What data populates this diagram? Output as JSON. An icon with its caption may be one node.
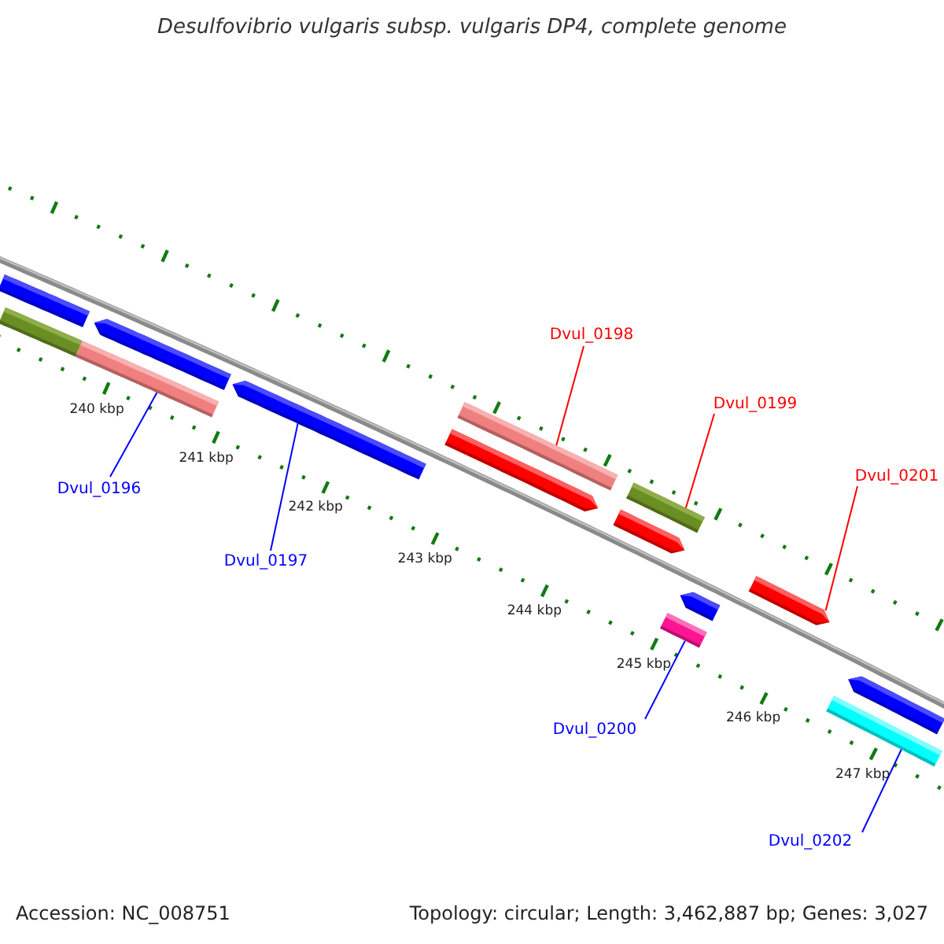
{
  "diagram": {
    "title": "Desulfovibrio vulgaris subsp. vulgaris DP4, complete genome",
    "nodes": [
      {
        "text": [],
        "shape": "bar"
      },
      {
        "text": [],
        "shape": "bar"
      },
      {
        "text": [],
        "shape": "bar"
      },
      {
        "text": [],
        "shape": "bar"
      },
      {
        "text": [],
        "shape": "bar"
      },
      {
        "text": [],
        "shape": "bar"
      },
      {
        "text": [],
        "shape": "bar"
      },
      {
        "text": [],
        "shape": "bar"
      },
      {
        "text": [],
        "shape": "bar"
      },
      {
        "text": [],
        "shape": "bar"
      },
      {
        "text": [],
        "shape": "bar"
      },
      {
        "text": [],
        "shape": "bar"
      },
      {
        "text": [],
        "shape": "bar"
      },
      {
        "text": [],
        "shape": "bar"
      },
      {
        "text": [
          "Dvul_0196"
        ]
      },
      {
        "text": [
          "Dvul_0197"
        ]
      },
      {
        "text": [
          "Dvul_0198"
        ]
      },
      {
        "text": [
          "Dvul_0199"
        ]
      },
      {
        "text": [
          "Dvul_0200"
        ]
      },
      {
        "text": [
          "Dvul_0201"
        ]
      },
      {
        "text": [
          "Dvul_0202"
        ]
      }
    ],
    "edges": [
      {
        "from": 14,
        "to": 3,
        "arrow": "none"
      },
      {
        "from": 15,
        "to": 4,
        "arrow": "none"
      },
      {
        "from": 16,
        "to": 6,
        "arrow": "none",
        "color": "#ff0000"
      },
      {
        "from": 17,
        "to": 8,
        "arrow": "none",
        "color": "#ff0000"
      },
      {
        "from": 18,
        "to": 10,
        "arrow": "none"
      },
      {
        "from": 19,
        "to": 11,
        "arrow": "none",
        "color": "#ff0000"
      },
      {
        "from": 20,
        "to": 13,
        "arrow": "none"
      }
    ],
    "labels": [
      "240 kbp",
      "241 kbp",
      "242 kbp",
      "243 kbp",
      "244 kbp",
      "245 kbp",
      "246 kbp",
      "247 kbp",
      "Accession: NC_008751",
      "Topology: circular; Length: 3,462,887 bp; Genes: 3,027"
    ]
  }
}
